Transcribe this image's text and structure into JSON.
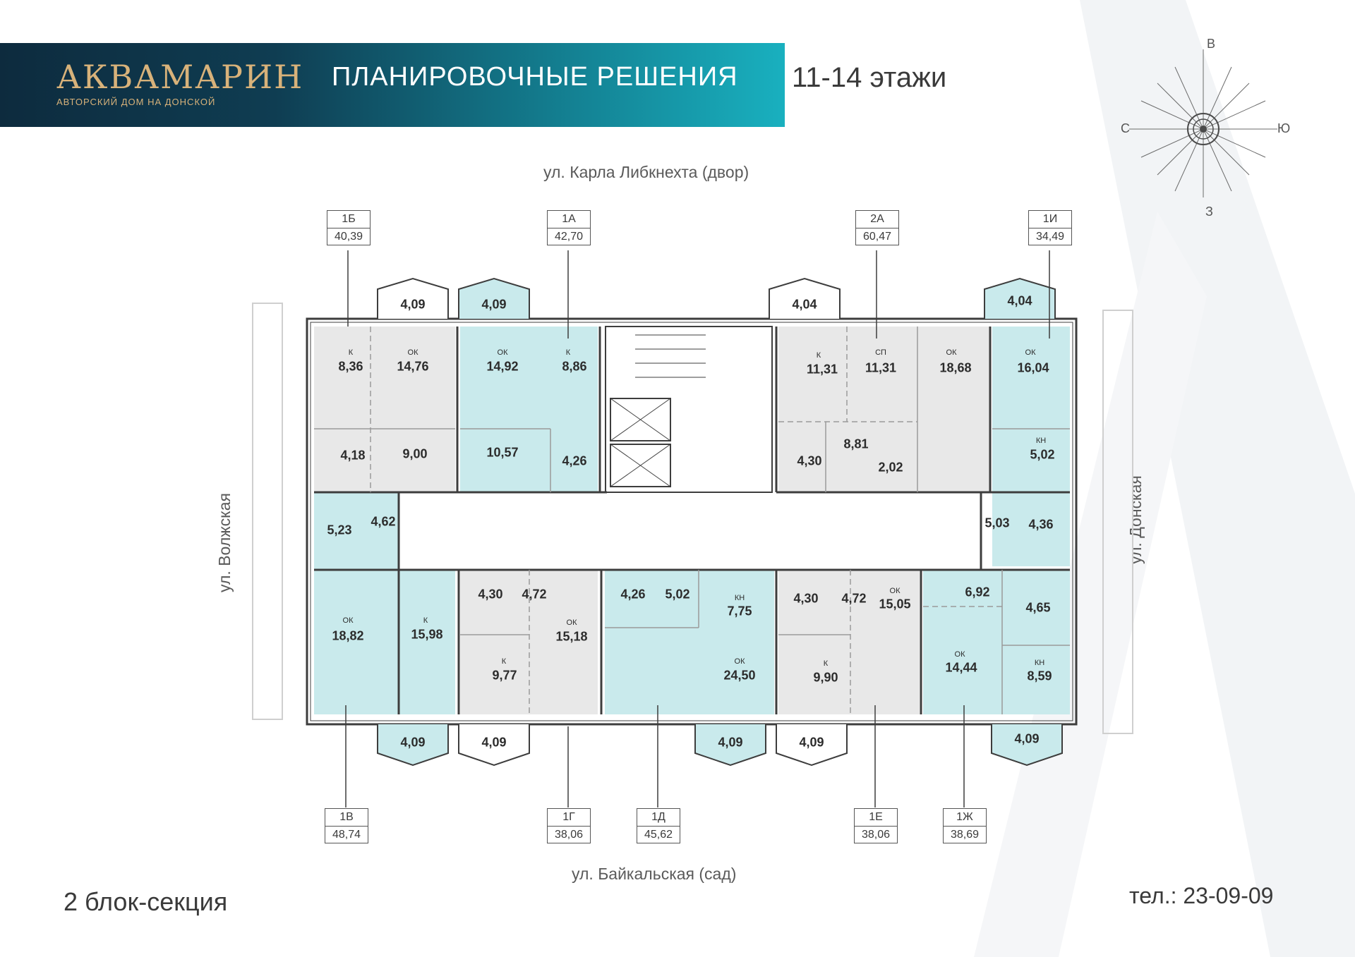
{
  "header": {
    "brand": "АКВАМАРИН",
    "brand_subtitle": "АВТОРСКИЙ ДОМ НА ДОНСКОЙ",
    "title": "ПЛАНИРОВОЧНЫЕ РЕШЕНИЯ",
    "floors": "11-14 этажи"
  },
  "compass": {
    "north": "В",
    "south": "З",
    "west": "С",
    "east": "Ю"
  },
  "streets": {
    "top": "ул. Карла Либкнехта (двор)",
    "bottom": "ул. Байкальская (сад)",
    "left": "ул. Волжская",
    "right": "ул. Донская"
  },
  "footer": {
    "block": "2 блок-секция",
    "phone": "тел.: 23-09-09"
  },
  "units_top": [
    {
      "code": "1Б",
      "area": "40,39"
    },
    {
      "code": "1А",
      "area": "42,70"
    },
    {
      "code": "2А",
      "area": "60,47"
    },
    {
      "code": "1И",
      "area": "34,49"
    }
  ],
  "units_bottom": [
    {
      "code": "1В",
      "area": "48,74"
    },
    {
      "code": "1Г",
      "area": "38,06"
    },
    {
      "code": "1Д",
      "area": "45,62"
    },
    {
      "code": "1Е",
      "area": "38,06"
    },
    {
      "code": "1Ж",
      "area": "38,69"
    }
  ],
  "balconies_top": [
    "4,09",
    "4,09",
    "4,04",
    "4,04"
  ],
  "balconies_bottom": [
    "4,09",
    "4,09",
    "4,09",
    "4,09",
    "4,09"
  ],
  "rooms": [
    {
      "type": "К",
      "area": "8,36"
    },
    {
      "type": "ОК",
      "area": "14,76"
    },
    {
      "type": "",
      "area": "4,18"
    },
    {
      "type": "",
      "area": "9,00"
    },
    {
      "type": "ОК",
      "area": "14,92"
    },
    {
      "type": "К",
      "area": "8,86"
    },
    {
      "type": "",
      "area": "10,57"
    },
    {
      "type": "",
      "area": "4,26"
    },
    {
      "type": "К",
      "area": "11,31"
    },
    {
      "type": "СП",
      "area": "11,31"
    },
    {
      "type": "ОК",
      "area": "18,68"
    },
    {
      "type": "",
      "area": "4,30"
    },
    {
      "type": "",
      "area": "8,81"
    },
    {
      "type": "",
      "area": "2,02"
    },
    {
      "type": "ОК",
      "area": "16,04"
    },
    {
      "type": "КН",
      "area": "5,02"
    },
    {
      "type": "",
      "area": "5,23"
    },
    {
      "type": "",
      "area": "4,62"
    },
    {
      "type": "",
      "area": "5,03"
    },
    {
      "type": "",
      "area": "4,36"
    },
    {
      "type": "ОК",
      "area": "18,82"
    },
    {
      "type": "К",
      "area": "15,98"
    },
    {
      "type": "",
      "area": "4,30"
    },
    {
      "type": "",
      "area": "4,72"
    },
    {
      "type": "ОК",
      "area": "15,18"
    },
    {
      "type": "К",
      "area": "9,77"
    },
    {
      "type": "",
      "area": "4,26"
    },
    {
      "type": "",
      "area": "5,02"
    },
    {
      "type": "КН",
      "area": "7,75"
    },
    {
      "type": "ОК",
      "area": "24,50"
    },
    {
      "type": "",
      "area": "4,30"
    },
    {
      "type": "",
      "area": "4,72"
    },
    {
      "type": "ОК",
      "area": "15,05"
    },
    {
      "type": "К",
      "area": "9,90"
    },
    {
      "type": "",
      "area": "6,92"
    },
    {
      "type": "",
      "area": "4,65"
    },
    {
      "type": "ОК",
      "area": "14,44"
    },
    {
      "type": "КН",
      "area": "8,59"
    }
  ]
}
